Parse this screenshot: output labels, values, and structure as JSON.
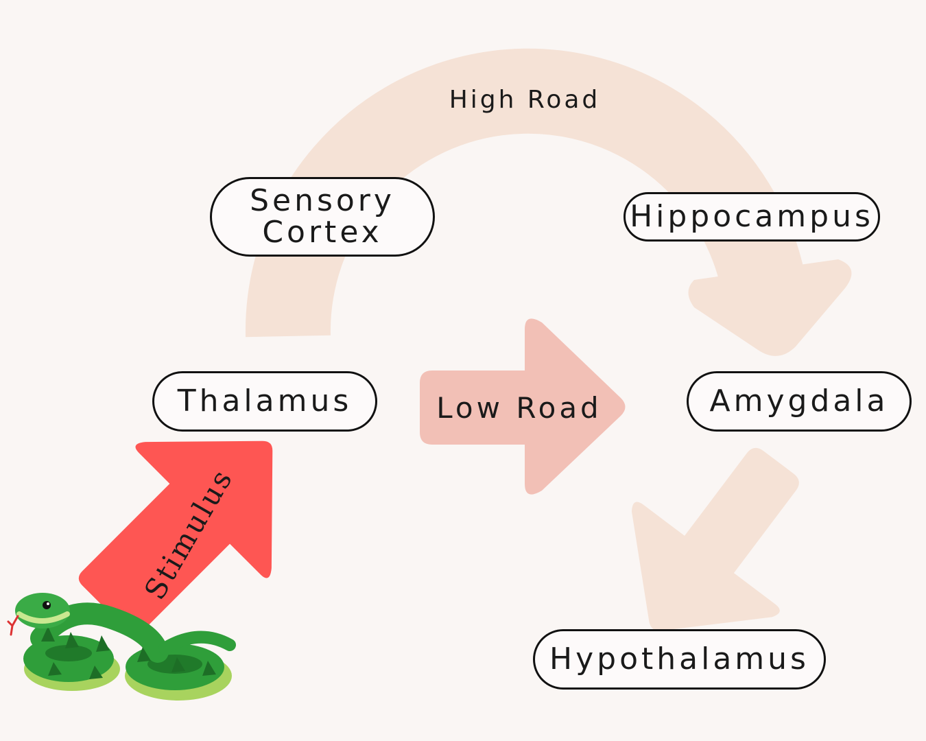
{
  "colors": {
    "background": "#faf6f4",
    "high_road_arrow": "#f5e2d6",
    "low_road_arrow": "#f2c0b6",
    "stimulus_arrow": "#fe5653",
    "node_border": "#111111",
    "snake_green": "#2f9e3a",
    "snake_light": "#b9e07a"
  },
  "labels": {
    "high_road": "High Road",
    "low_road": "Low Road",
    "stimulus": "Stimulus"
  },
  "nodes": {
    "sensory_cortex": "Sensory\nCortex",
    "hippocampus": "Hippocampus",
    "thalamus": "Thalamus",
    "amygdala": "Amygdala",
    "hypothalamus": "Hypothalamus"
  },
  "icons": {
    "stimulus_source": "snake-icon"
  }
}
